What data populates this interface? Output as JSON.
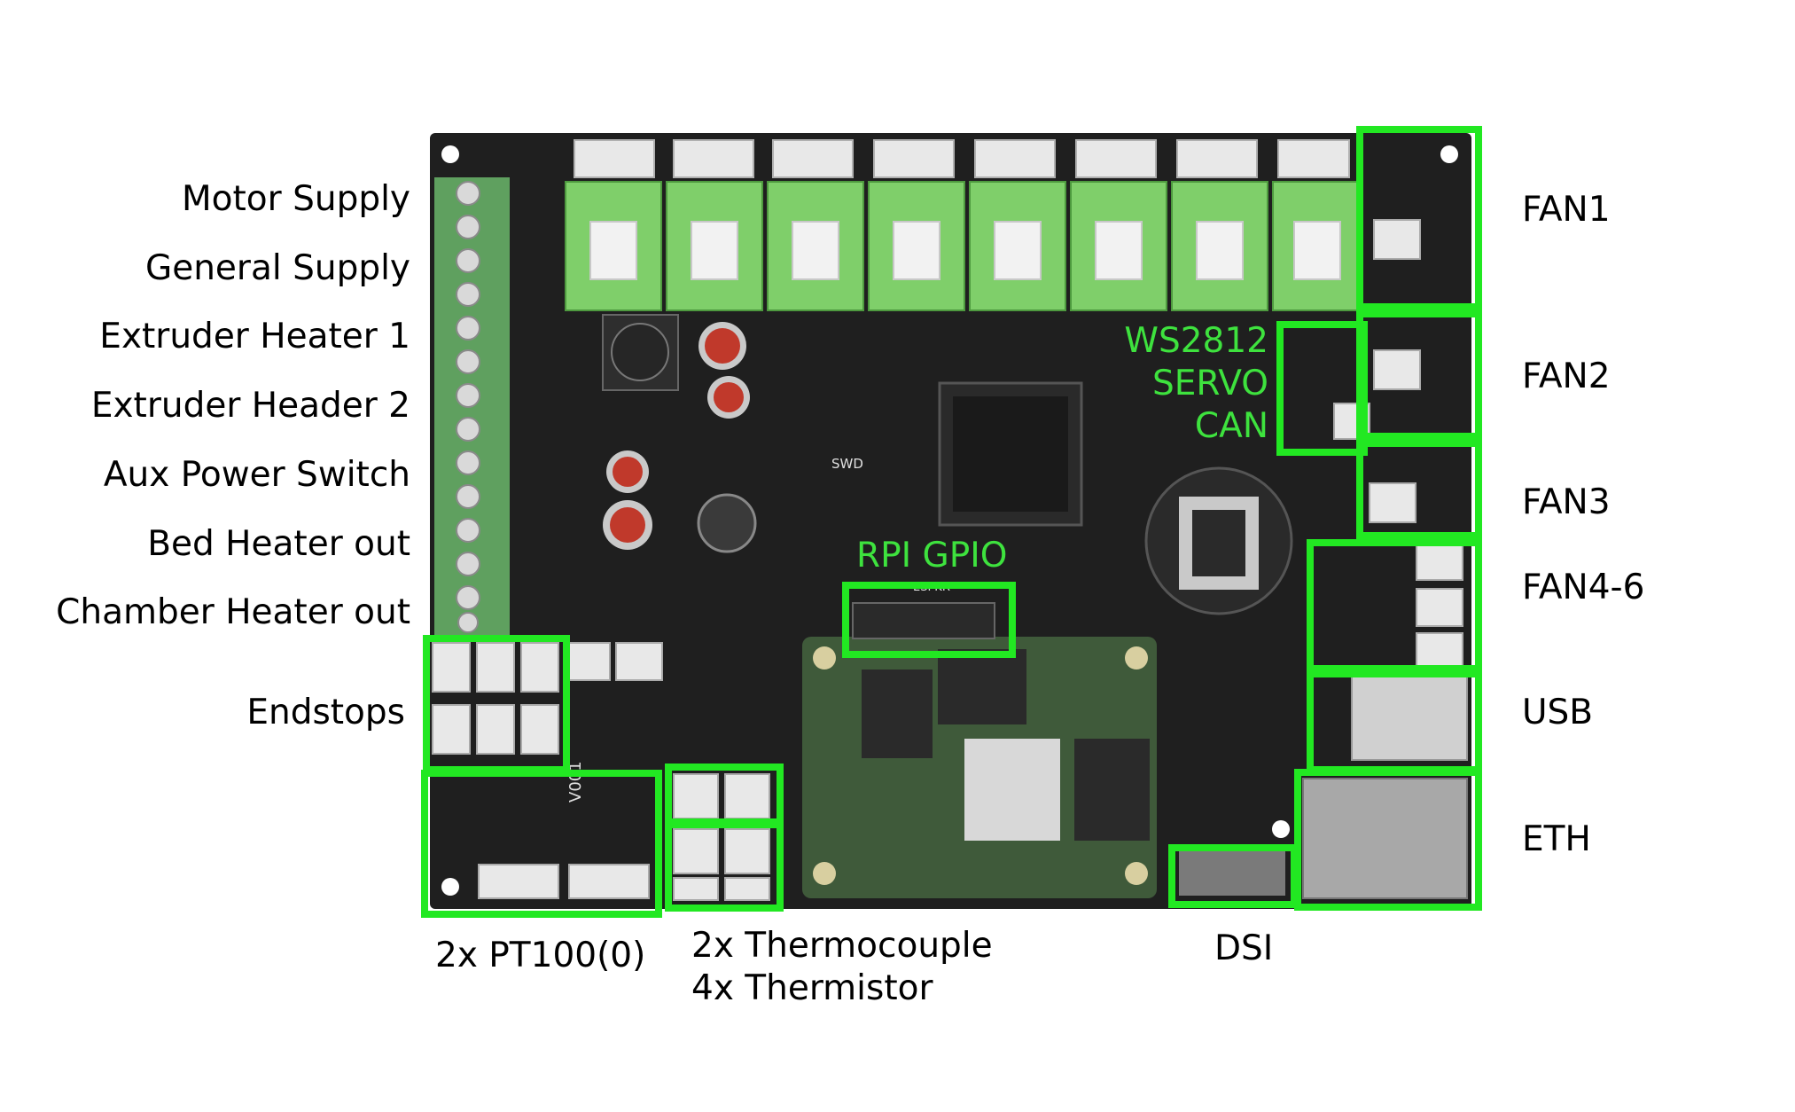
{
  "labels": {
    "motor_supply": "Motor Supply",
    "general_supply": "General Supply",
    "extruder_heater_1": "Extruder Heater 1",
    "extruder_header_2": "Extruder Header 2",
    "aux_power_switch": "Aux Power Switch",
    "bed_heater_out": "Bed Heater out",
    "chamber_heater_out": "Chamber Heater out",
    "endstops": "Endstops",
    "pt100": "2x PT100(0)",
    "thermocouple": "2x Thermocouple",
    "thermistor": "4x Thermistor",
    "dsi": "DSI",
    "fan1": "FAN1",
    "fan2": "FAN2",
    "fan3": "FAN3",
    "fan4_6": "FAN4-6",
    "usb": "USB",
    "eth": "ETH",
    "rpi_gpio": "RPI GPIO",
    "ws2812": "WS2812",
    "servo": "SERVO",
    "can": "CAN"
  },
  "silkscreen": {
    "swd": "SWD",
    "board_rev": "V001",
    "gpio_silk": "ESPKR"
  },
  "colors": {
    "highlight": "#22e822",
    "highlight_text": "#3ee23e",
    "pcb": "#1f1f1f",
    "terminal_block": "#5fa05f",
    "driver_module": "#7fcf6a",
    "compute_module": "#3f5a3a"
  }
}
